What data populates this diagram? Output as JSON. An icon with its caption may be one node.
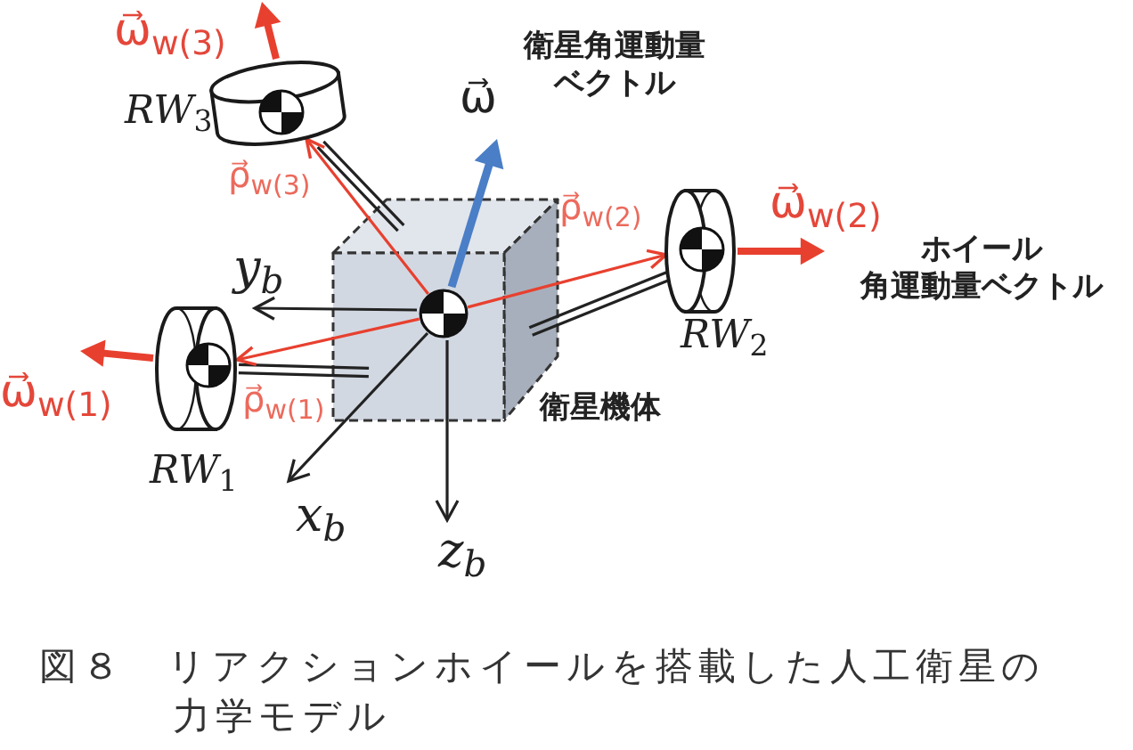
{
  "diagram": {
    "caption": "図８　リアクションホイールを搭載した人工衛星の力学モデル",
    "nodes": [
      {
        "text": [
          "RW$_{3}$"
        ]
      },
      {
        "text": [
          "衛星機体"
        ]
      },
      {
        "text": [],
        "shape": "circle",
        "in": 1
      },
      {
        "text": [
          "RW$_{2}$"
        ]
      },
      {
        "text": [
          "RW$_{1}$"
        ]
      }
    ],
    "edges": [
      {
        "from": 2,
        "to": 0,
        "arrow": "to",
        "label": "ρ⃗$_{w(3)}$"
      },
      {
        "from": 2,
        "to": 3,
        "arrow": "to",
        "label": "ρ⃗$_{w(2)}$"
      },
      {
        "from": 2,
        "to": 4,
        "arrow": "to",
        "label": "ρ⃗$_{w(1)}$"
      }
    ],
    "labels": [
      "ω⃗$_{w(3)}$",
      "衛星角運動量ベクトル",
      "ω⃗",
      "ω⃗$_{w(2)}$",
      "ホイール角運動量ベクトル",
      "y$_{b}$",
      "ω⃗$_{w(1)}$",
      "x$_{b}$",
      "z$_{b}$"
    ]
  }
}
